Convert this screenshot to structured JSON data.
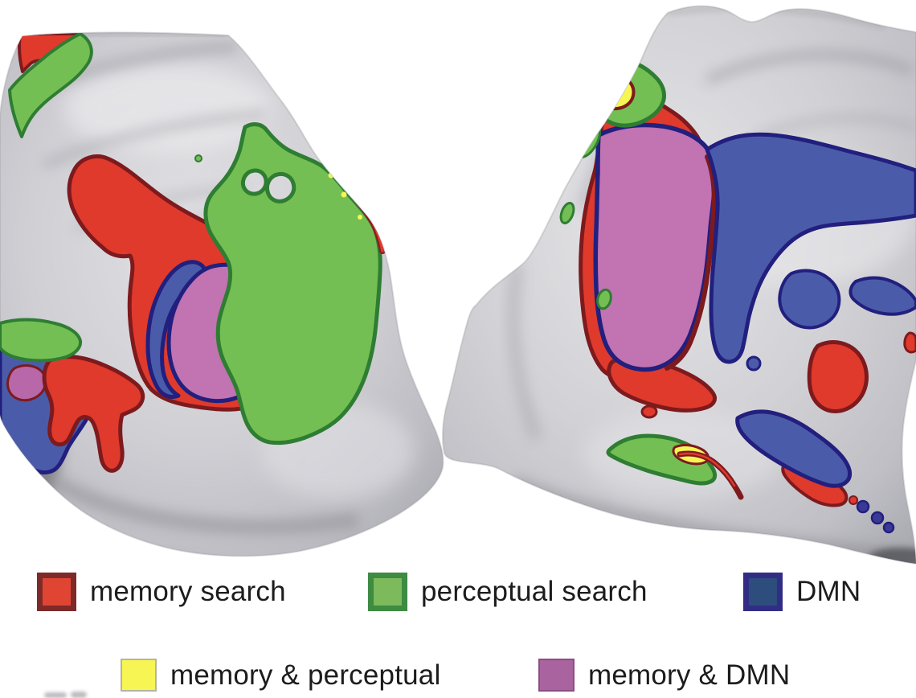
{
  "figure": {
    "type": "brain-surface-overlap-map",
    "panels": [
      "left-hemisphere-view",
      "right-hemisphere-medial-view"
    ]
  },
  "legend": {
    "rows": [
      {
        "items": [
          {
            "id": "memory-search",
            "label": "memory search",
            "fill": "#e04534",
            "border": "#7e2a28"
          },
          {
            "id": "perceptual-search",
            "label": "perceptual search",
            "fill": "#7cba5c",
            "border": "#3e8b42"
          },
          {
            "id": "dmn",
            "label": "DMN",
            "fill": "#2d4d7c",
            "border": "#312d85"
          }
        ]
      },
      {
        "items": [
          {
            "id": "memory-and-perceptual",
            "label": "memory & perceptual",
            "fill": "#f7f554",
            "border": "#b4b4a6"
          },
          {
            "id": "memory-and-dmn",
            "label": "memory & DMN",
            "fill": "#a9639f",
            "border": "#8a4f82"
          }
        ]
      }
    ]
  },
  "colors": {
    "background": "#ffffff",
    "cortex_light": "#e3e3e6",
    "cortex_mid": "#c4c4ca",
    "cortex_dark": "#8f8f95",
    "text": "#1c1c1c",
    "overlay_memory_fill": "#df3a2c",
    "overlay_memory_border": "#7d1a1e",
    "overlay_perceptual_fill": "#74bf53",
    "overlay_perceptual_border": "#2f7d33",
    "overlay_dmn_fill": "#4a5ca9",
    "overlay_dmn_border": "#221f7e",
    "overlay_memory_perceptual_fill": "#f7f554",
    "overlay_memory_dmn_fill": "#c173b2"
  }
}
